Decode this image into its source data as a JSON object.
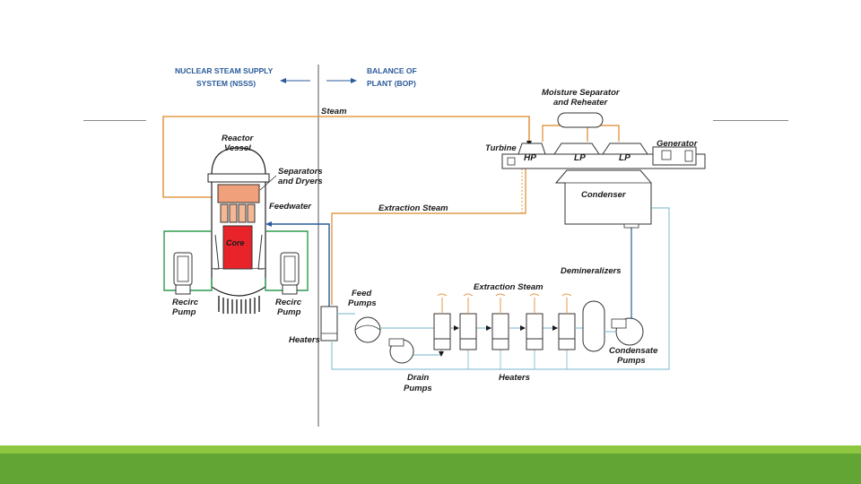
{
  "slide": {
    "footer_colors": {
      "light": "#8dc63f",
      "dark": "#62a534"
    }
  },
  "diagram": {
    "nsss_header": {
      "line1": "NUCLEAR STEAM SUPPLY",
      "line2": "SYSTEM (NSSS)"
    },
    "bop_header": {
      "line1": "BALANCE OF",
      "line2": "PLANT (BOP)"
    },
    "labels": {
      "steam": "Steam",
      "reactor_vessel_1": "Reactor",
      "reactor_vessel_2": "Vessel",
      "separators_1": "Separators",
      "separators_2": "and Dryers",
      "feedwater": "Feedwater",
      "core": "Core",
      "recirc_pump_left_1": "Recirc",
      "recirc_pump_left_2": "Pump",
      "recirc_pump_right_1": "Recirc",
      "recirc_pump_right_2": "Pump",
      "heaters_left": "Heaters",
      "feed_pumps_1": "Feed",
      "feed_pumps_2": "Pumps",
      "drain_pumps_1": "Drain",
      "drain_pumps_2": "Pumps",
      "heaters_bottom": "Heaters",
      "extraction_steam_top": "Extraction Steam",
      "extraction_steam_mid": "Extraction Steam",
      "demineralizers": "Demineralizers",
      "condensate_pumps_1": "Condensate",
      "condensate_pumps_2": "Pumps",
      "moisture_sep_1": "Moisture Separator",
      "moisture_sep_2": "and Reheater",
      "turbine": "Turbine",
      "generator": "Generator",
      "condenser": "Condenser",
      "hp": "HP",
      "lp1": "LP",
      "lp2": "LP"
    },
    "colors": {
      "header_text": "#2a5a9a",
      "steam_line": "#e39a4a",
      "feedwater_line": "#2a5a9a",
      "condensate_line": "#8fc4d6",
      "recirc_line": "#2e9a4e",
      "core": "#e8242a",
      "separators": "#f0a07a"
    }
  }
}
